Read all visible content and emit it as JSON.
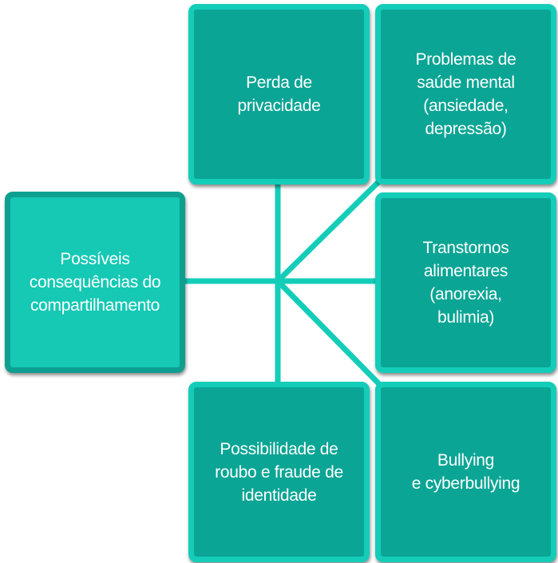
{
  "colors": {
    "box_fill": "#0aa595",
    "box_border": "#14cdb8",
    "center_fill": "#15c9b4",
    "center_border": "#0e9f90",
    "connector": "#14cdb8",
    "text": "#ffffff"
  },
  "diagram": {
    "center": {
      "label": "Possíveis\nconsequências do\ncompartilhamento"
    },
    "consequences": [
      {
        "label": "Perda de\nprivacidade"
      },
      {
        "label": "Problemas de\nsaúde mental\n(ansiedade,\ndepressão)"
      },
      {
        "label": "Transtornos\nalimentares\n(anorexia,\nbulimia)"
      },
      {
        "label": "Possibilidade de\nroubo e fraude de\nidentidade"
      },
      {
        "label": "Bullying\ne cyberbullying"
      }
    ]
  }
}
